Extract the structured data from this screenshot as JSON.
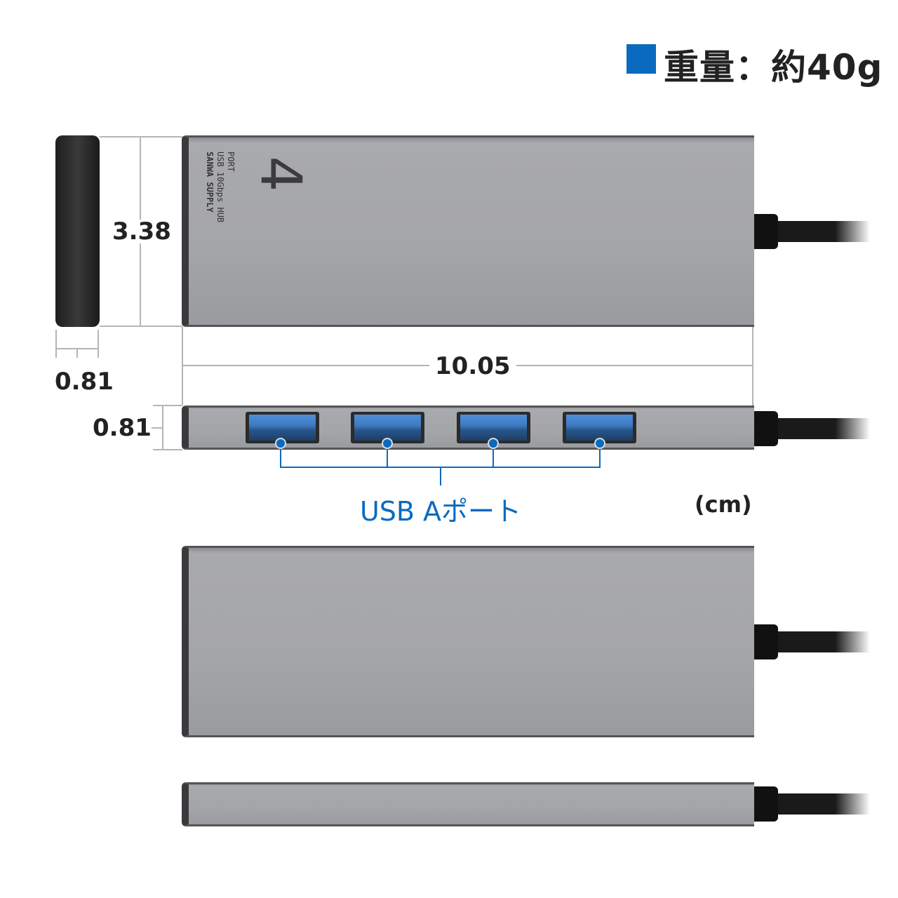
{
  "header": {
    "weight_label": "重量：約40g",
    "accent_color": "#0a6ac0"
  },
  "product": {
    "logo_number": "4",
    "logo_line1": "PORT",
    "logo_line2": "USB 10Gbps HUB",
    "brand": "SANWA SUPPLY",
    "port_count": 4
  },
  "dimensions": {
    "height": "3.38",
    "thickness_top": "0.81",
    "length": "10.05",
    "thickness_front": "0.81",
    "unit": "(cm)"
  },
  "callout": {
    "label": "USB Aポート"
  }
}
